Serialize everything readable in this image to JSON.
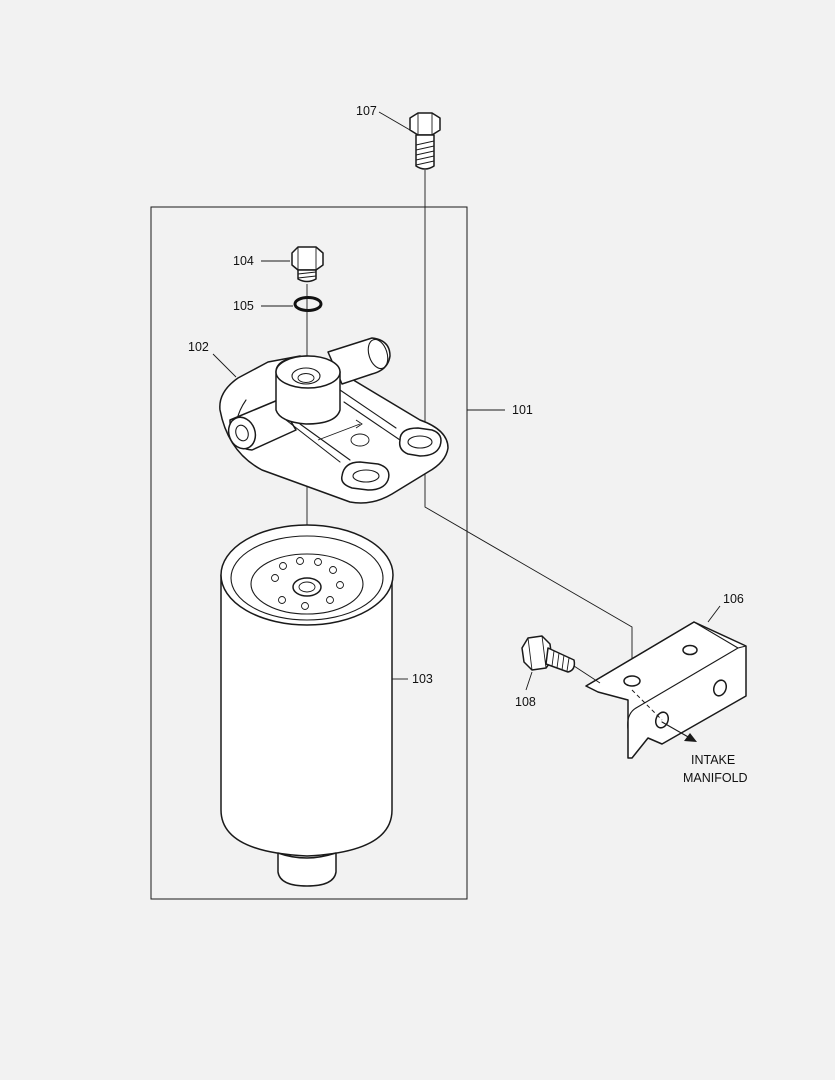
{
  "callouts": {
    "c101": "101",
    "c102": "102",
    "c103": "103",
    "c104": "104",
    "c105": "105",
    "c106": "106",
    "c107": "107",
    "c108": "108"
  },
  "note": {
    "line1": "INTAKE",
    "line2": "MANIFOLD"
  }
}
